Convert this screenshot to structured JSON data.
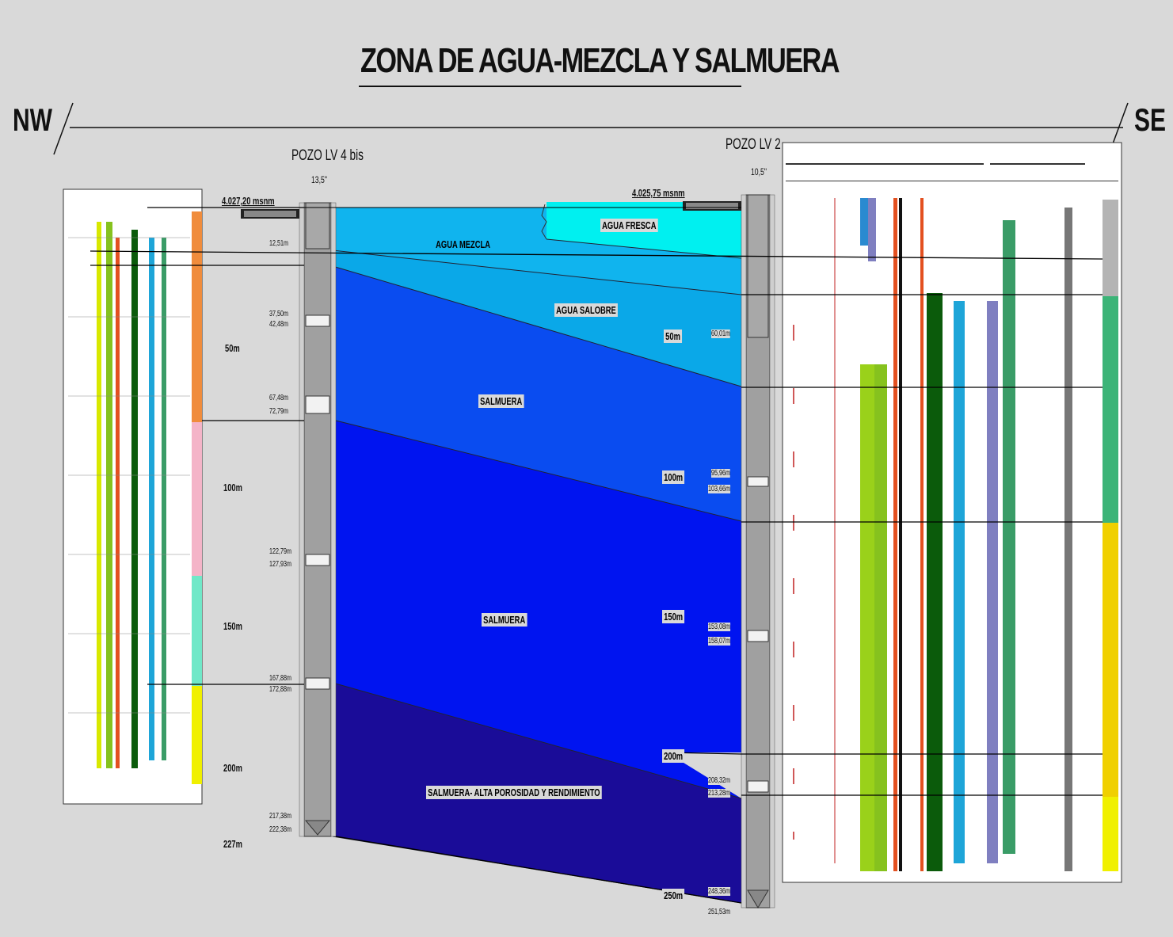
{
  "title": "ZONA DE AGUA-MEZCLA Y SALMUERA",
  "directions": {
    "left": "NW",
    "right": "SE"
  },
  "wells": [
    {
      "name": "POZO LV 4 bis",
      "diameter": "13,5\"",
      "elevation": "4.027,20 msnm",
      "depth_marks": [
        "12,51m",
        "37,50m",
        "42,48m",
        "67,48m",
        "72,79m",
        "122,79m",
        "127,93m",
        "167,88m",
        "172,88m",
        "217,38m",
        "222,38m"
      ],
      "scale_labels": [
        "50m",
        "100m",
        "150m",
        "200m",
        "227m"
      ]
    },
    {
      "name": "POZO LV 2",
      "diameter": "10,5\"",
      "elevation": "4.025,75 msnm",
      "depth_marks": [
        "60,01m",
        "95,96m",
        "103,66m",
        "153,08m",
        "158,07m",
        "208,32m",
        "213,28m",
        "248,36m",
        "251,53m"
      ],
      "scale_labels": [
        "50m",
        "100m",
        "150m",
        "200m",
        "250m"
      ]
    }
  ],
  "zones": [
    {
      "label": "AGUA FRESCA",
      "color": "#00f0f0"
    },
    {
      "label": "AGUA MEZCLA",
      "color": "#10b4ee"
    },
    {
      "label": "AGUA SALOBRE",
      "color": "#0aa8e8"
    },
    {
      "label": "SALMUERA",
      "color": "#0a4cf0"
    },
    {
      "label": "SALMUERA",
      "color": "#0014f0"
    },
    {
      "label": "SALMUERA- ALTA POROSIDAD Y RENDIMIENTO",
      "color": "#1a0c98"
    }
  ],
  "log_colors": [
    "#9ad11a",
    "#0b5b0b",
    "#e35020",
    "#1ea5d8",
    "#7f7fc0",
    "#3a9c67",
    "#888888"
  ],
  "strata_colors_left": [
    "#f08c3c",
    "#f4b4c8",
    "#70e8c8",
    "#f0f000"
  ],
  "strata_colors_right": [
    "#b4b4b4",
    "#3cb478",
    "#f0d000",
    "#f0f000"
  ]
}
